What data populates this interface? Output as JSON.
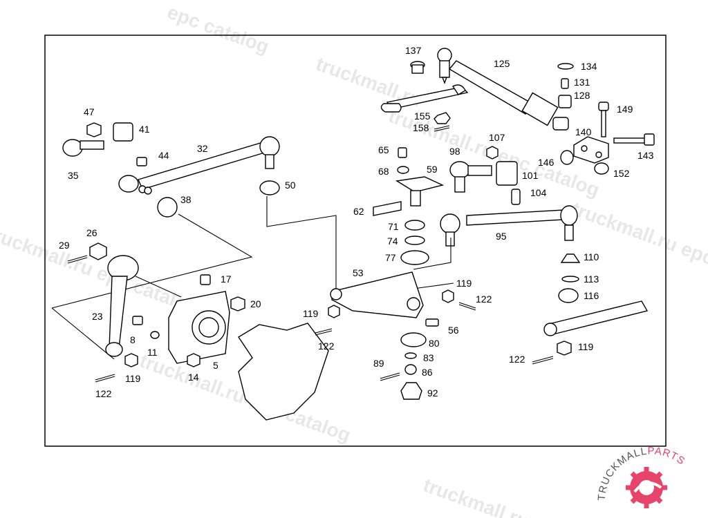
{
  "labels": {
    "p137": "137",
    "p125": "125",
    "p134": "134",
    "p131": "131",
    "p128": "128",
    "p149": "149",
    "p155": "155",
    "p158": "158",
    "p107": "107",
    "p140": "140",
    "p143": "143",
    "p146": "146",
    "p152": "152",
    "p65": "65",
    "p98": "98",
    "p68": "68",
    "p59": "59",
    "p101": "101",
    "p104": "104",
    "p47": "47",
    "p41": "41",
    "p44": "44",
    "p32": "32",
    "p35": "35",
    "p50": "50",
    "p38": "38",
    "p62": "62",
    "p71": "71",
    "p74": "74",
    "p77": "77",
    "p95": "95",
    "p110": "110",
    "p113": "113",
    "p116": "116",
    "p26": "26",
    "p29": "29",
    "p17": "17",
    "p20": "20",
    "p53": "53",
    "p119a": "119",
    "p122a": "122",
    "p119b": "119",
    "p122b": "122",
    "p56": "56",
    "p23": "23",
    "p8": "8",
    "p11": "11",
    "p80": "80",
    "p83": "83",
    "p89": "89",
    "p86": "86",
    "p92": "92",
    "p14": "14",
    "p5": "5",
    "p119c": "119",
    "p122c": "122",
    "p119d": "119",
    "p122d": "122"
  },
  "watermarks": {
    "w1": "epc catalog",
    "w2": "truckmall.ru",
    "w3": "truckmall.ru epc catalog",
    "w4": "truckmall.ru epc catalog",
    "w5": "truckmall.ru epc catalog",
    "w6": "truckmall.ru epc catalog",
    "w7": "truckmall.ru"
  },
  "logo": {
    "text_dark": "TRUCKMALL",
    "text_accent": "PARTS",
    "accent_color": "#e8436b",
    "dark_color": "#555555"
  },
  "colors": {
    "line": "#000000",
    "background": "#ffffff"
  }
}
